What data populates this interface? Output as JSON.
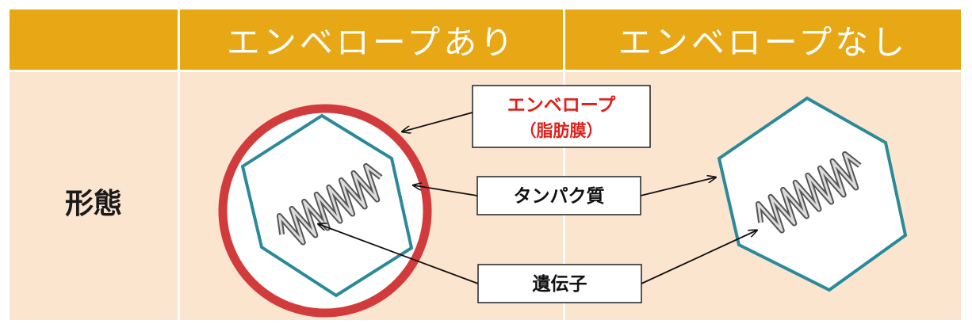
{
  "table": {
    "header": {
      "corner": "",
      "col_with_envelope": "エンベロープあり",
      "col_without_envelope": "エンベロープなし"
    },
    "rows": [
      {
        "label": "形態"
      }
    ]
  },
  "diagram": {
    "callouts": {
      "envelope_title": "エンベロープ",
      "envelope_sub": "（脂肪膜）",
      "protein": "タンパク質",
      "gene": "遺伝子"
    },
    "colors": {
      "header_bg": "#e8a715",
      "body_bg": "#fce5cf",
      "envelope_ring": "#d23b3b",
      "capsid": "#2a8a9a",
      "envelope_label": "#e0201a"
    }
  }
}
